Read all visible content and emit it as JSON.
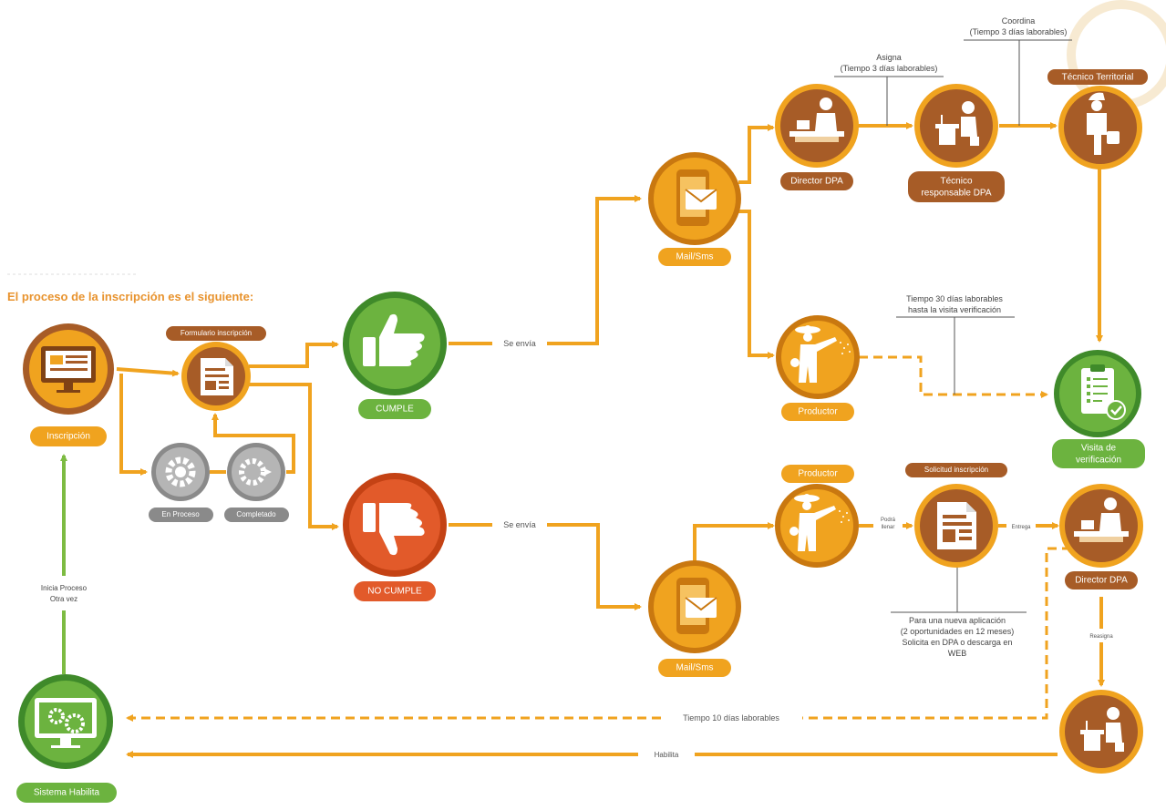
{
  "title": "El proceso de la inscripción es el siguiente:",
  "nodes": {
    "inscripcion": "Inscripción",
    "formulario": "Formulario inscripción",
    "en_proceso": "En Proceso",
    "completado": "Completado",
    "cumple": "CUMPLE",
    "no_cumple": "NO CUMPLE",
    "mail_top": "Mail/Sms",
    "mail_bottom": "Mail/Sms",
    "director_top": "Director DPA",
    "tecnico_resp_1": "Técnico",
    "tecnico_resp_2": "responsable DPA",
    "tecnico_territorial": "Técnico Territorial",
    "productor_top": "Productor",
    "visita_1": "Visita de",
    "visita_2": "verificación",
    "productor_bottom": "Productor",
    "solicitud": "Solicitud inscripción",
    "director_bottom": "Director DPA",
    "sistema": "Sistema Habilita"
  },
  "edges": {
    "se_envia_top": "Se envía",
    "se_envia_bottom": "Se envía",
    "asigna_1": "Asigna",
    "asigna_2": "(Tiempo 3 días laborables)",
    "coordina_1": "Coordina",
    "coordina_2": "(Tiempo 3 días laborables)",
    "tiempo30_1": "Tiempo 30 días laborables",
    "tiempo30_2": "hasta la visita verificación",
    "podra_1": "Podrá",
    "podra_2": "llenar",
    "entrega": "Entrega",
    "nueva_1": "Para una nueva aplicación",
    "nueva_2": "(2 oportunidades en 12 meses)",
    "nueva_3": "Solicita en DPA o descarga en",
    "nueva_4": "WEB",
    "reasigna": "Reasigna",
    "tiempo10": "Tiempo 10 días laborables",
    "habilita": "Habilita",
    "inicia_1": "Inicia Proceso",
    "inicia_2": "Otra vez"
  },
  "colors": {
    "orange": "#f0a31f",
    "orange_dark": "#c97810",
    "brown": "#a75c27",
    "brown_dark": "#7f4215",
    "green": "#6cb33f",
    "green_dark": "#3f8a2a",
    "red": "#e25a2a",
    "gray": "#8a8a8a",
    "line": "#f0a31f",
    "line_green": "#7dbb42"
  }
}
